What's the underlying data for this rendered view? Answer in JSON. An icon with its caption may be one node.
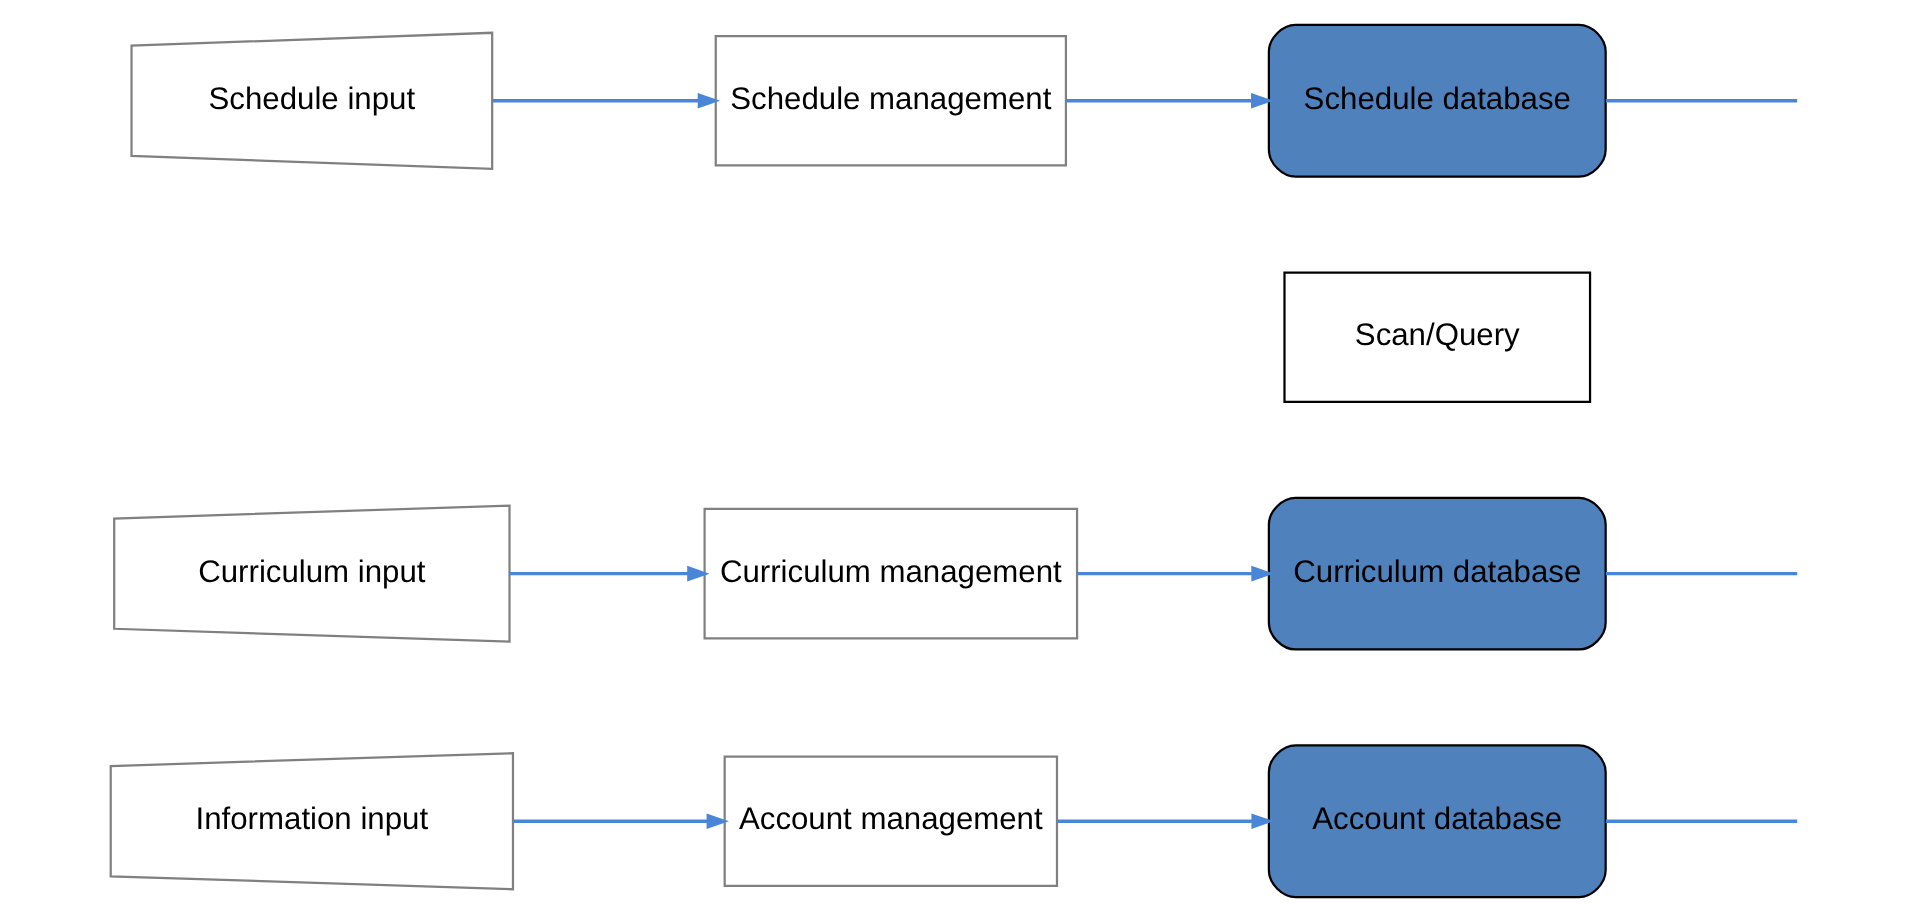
{
  "diagram": {
    "nodes": [
      {
        "text": [
          "Information input"
        ]
      },
      {
        "text": [
          "Account management"
        ]
      },
      {
        "text": [
          "Account database"
        ]
      },
      {
        "text": [
          "Curriculum input"
        ]
      },
      {
        "text": [
          "Curriculum management"
        ]
      },
      {
        "text": [
          "Curriculum database"
        ]
      },
      {
        "text": [
          "Schedule input"
        ]
      },
      {
        "text": [
          "Schedule management"
        ]
      },
      {
        "text": [
          "Schedule database"
        ]
      },
      {
        "text": [
          "Scan/Query"
        ]
      }
    ],
    "edges": [
      {
        "from": 0,
        "to": 1,
        "arrow": "to"
      },
      {
        "from": 1,
        "to": 2,
        "arrow": "to"
      },
      {
        "from": 2,
        "to": null,
        "arrow": "none"
      },
      {
        "from": 3,
        "to": 4,
        "arrow": "to"
      },
      {
        "from": 4,
        "to": 5,
        "arrow": "to"
      },
      {
        "from": 5,
        "to": null,
        "arrow": "none"
      },
      {
        "from": 6,
        "to": 7,
        "arrow": "to"
      },
      {
        "from": 7,
        "to": 8,
        "arrow": "to"
      },
      {
        "from": 8,
        "to": null,
        "arrow": "none"
      }
    ]
  }
}
